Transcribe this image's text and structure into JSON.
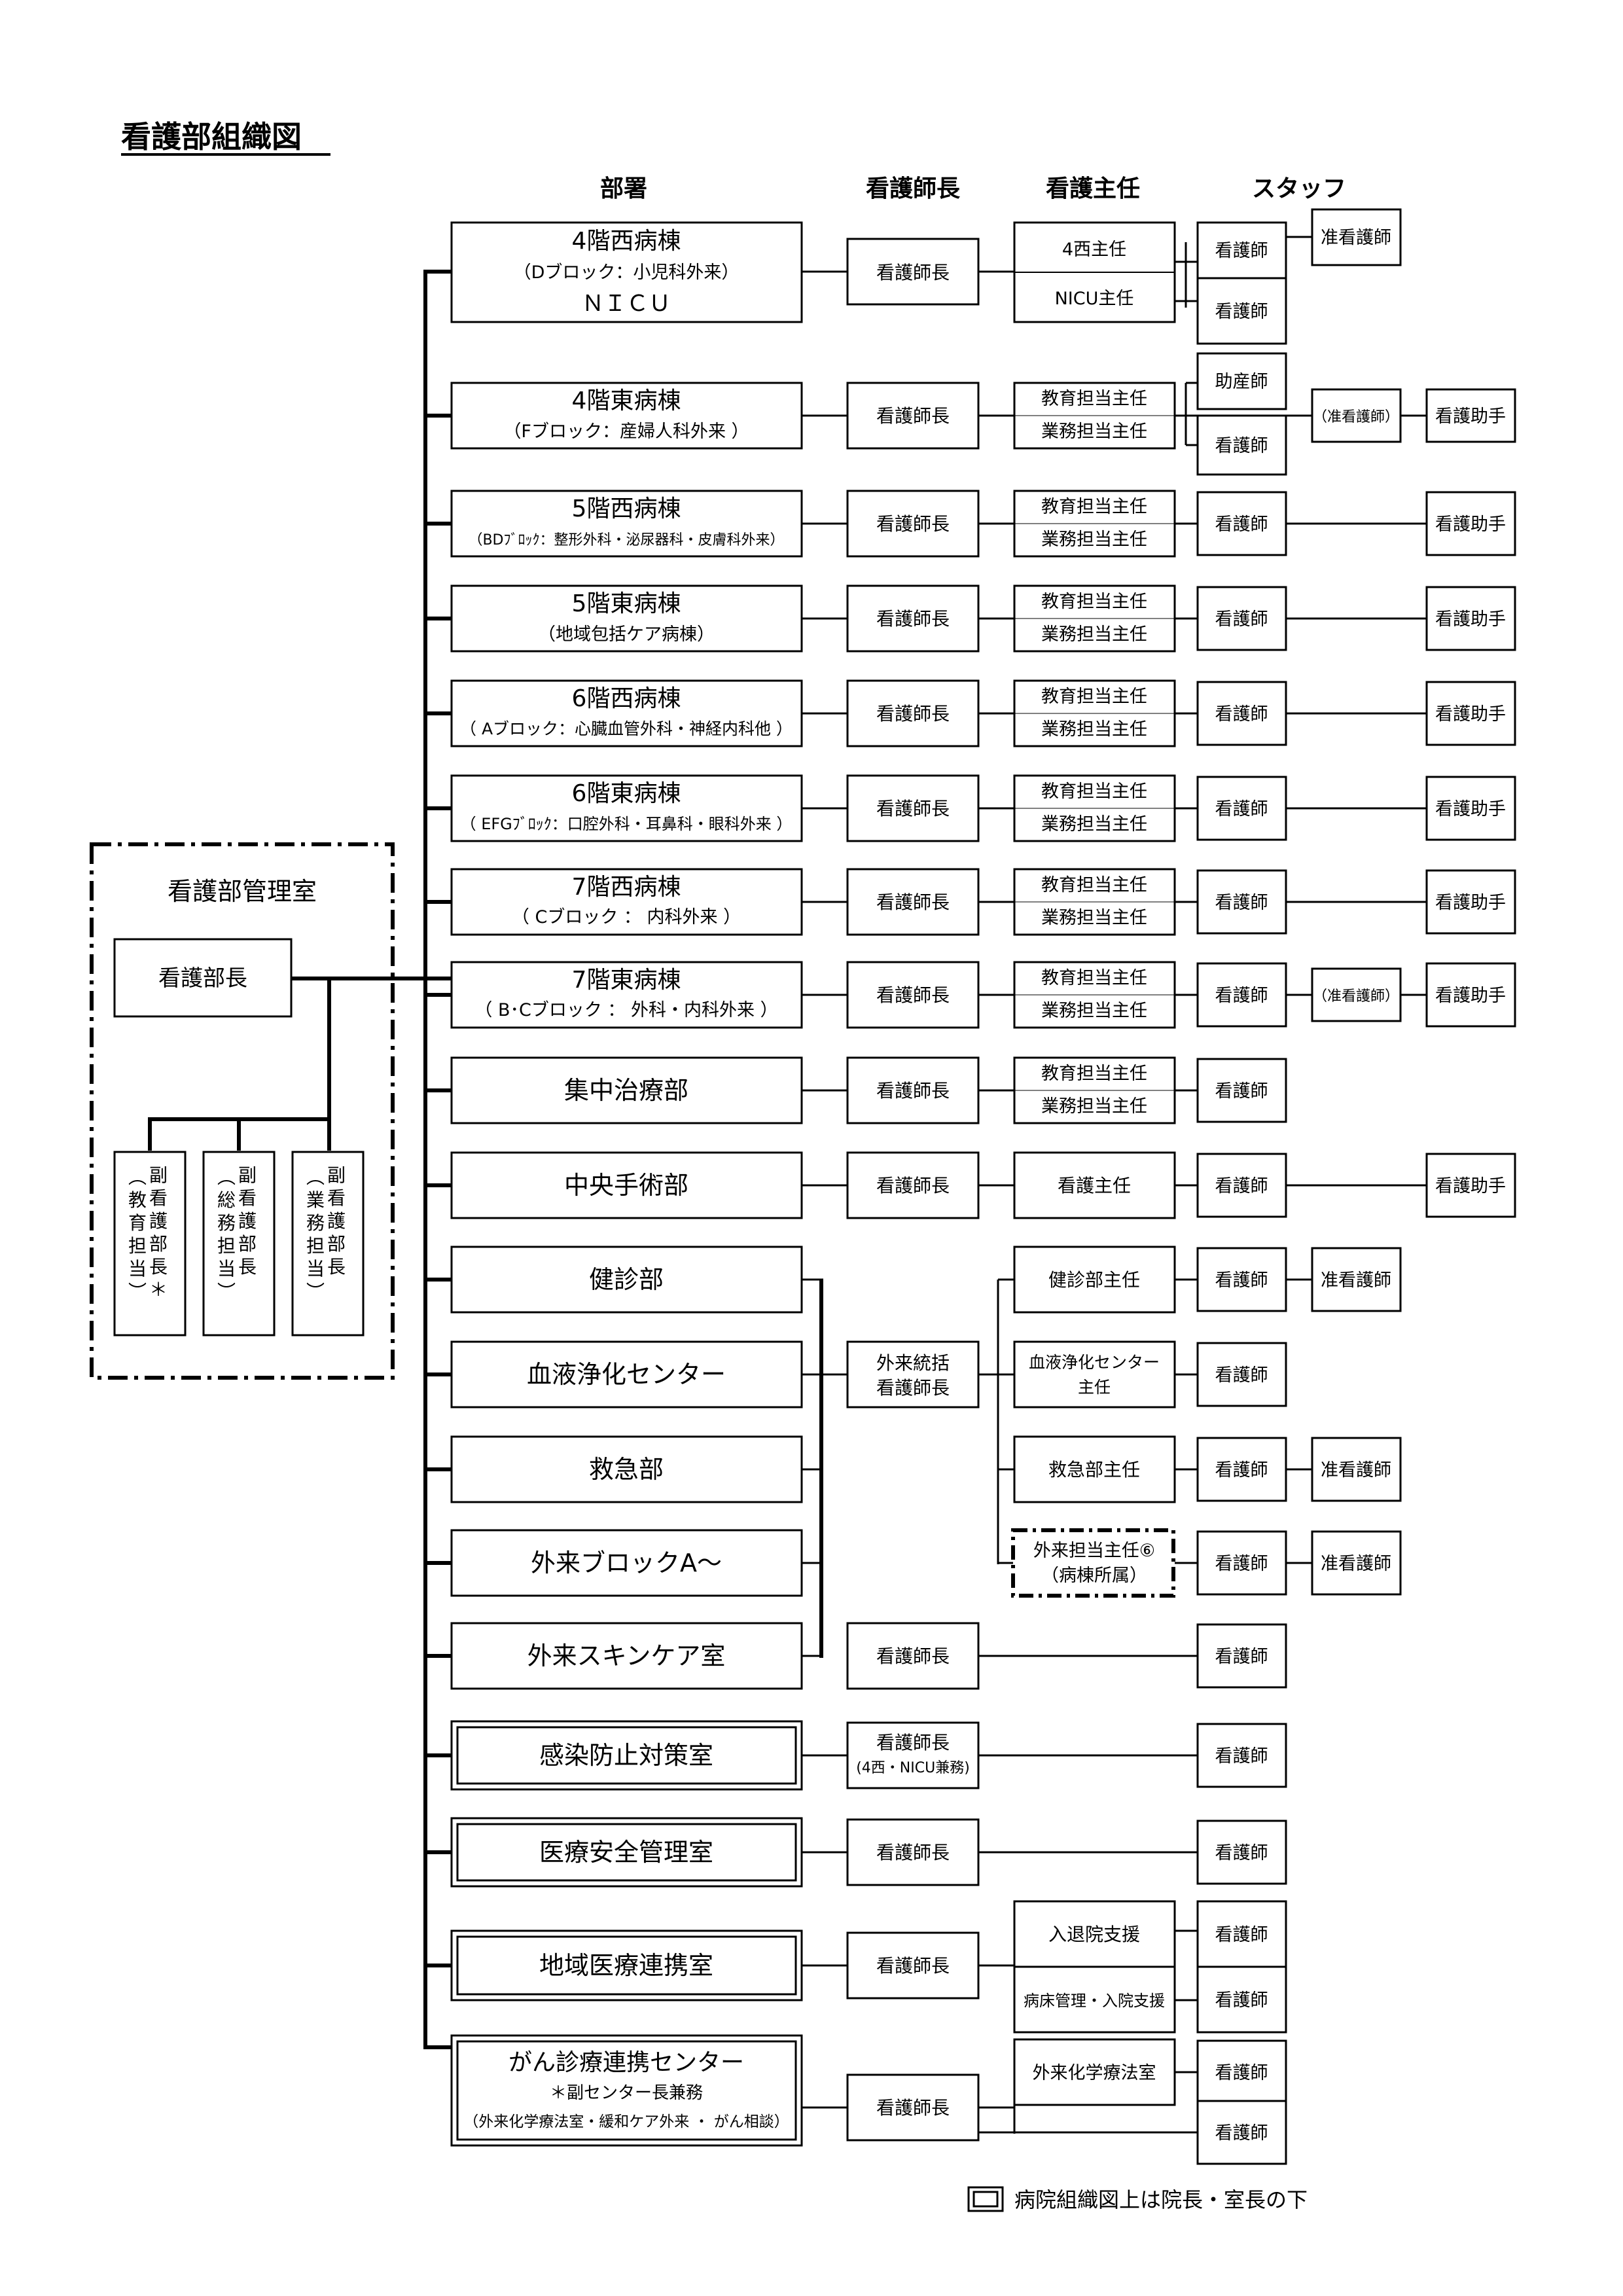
{
  "title": "看護部組織図",
  "headers": {
    "dept": "部署",
    "head_nurse": "看護師長",
    "chief": "看護主任",
    "staff": "スタッフ"
  },
  "admin": {
    "title": "看護部管理室",
    "director": "看護部長",
    "deputies": [
      "副看護部長（教育担当）＊",
      "副看護部長（総務担当）",
      "副看護部長（業務担当）"
    ]
  },
  "units": {
    "w4": {
      "name": "4階西病棟",
      "sub1": "（Dブロック：小児科外来）",
      "sub2": "ＮＩＣＵ",
      "head": "看護師長",
      "chiefs": [
        "4西主任",
        "NICU主任"
      ],
      "staff": [
        "看護師",
        "看護師",
        "准看護師"
      ]
    },
    "e4": {
      "name": "4階東病棟",
      "sub": "（Fブロック：産婦人科外来 ）",
      "head": "看護師長",
      "chiefs": [
        "教育担当主任",
        "業務担当主任"
      ],
      "staff": [
        "助産師",
        "看護師",
        "（准看護師）",
        "看護助手"
      ]
    },
    "w5": {
      "name": "5階西病棟",
      "sub": "（BDﾌﾞﾛｯｸ：整形外科・泌尿器科・皮膚科外来）",
      "head": "看護師長",
      "chiefs": [
        "教育担当主任",
        "業務担当主任"
      ],
      "staff": [
        "看護師",
        "看護助手"
      ]
    },
    "e5": {
      "name": "5階東病棟",
      "sub": "（地域包括ケア病棟）",
      "head": "看護師長",
      "chiefs": [
        "教育担当主任",
        "業務担当主任"
      ],
      "staff": [
        "看護師",
        "看護助手"
      ]
    },
    "w6": {
      "name": "6階西病棟",
      "sub": "（ Aブロック：心臓血管外科・神経内科他 ）",
      "head": "看護師長",
      "chiefs": [
        "教育担当主任",
        "業務担当主任"
      ],
      "staff": [
        "看護師",
        "看護助手"
      ]
    },
    "e6": {
      "name": "6階東病棟",
      "sub": "（ EFGﾌﾞﾛｯｸ：口腔外科・耳鼻科・眼科外来 ）",
      "head": "看護師長",
      "chiefs": [
        "教育担当主任",
        "業務担当主任"
      ],
      "staff": [
        "看護師",
        "看護助手"
      ]
    },
    "w7": {
      "name": "7階西病棟",
      "sub": "（ Cブロック ： 内科外来 ）",
      "head": "看護師長",
      "chiefs": [
        "教育担当主任",
        "業務担当主任"
      ],
      "staff": [
        "看護師",
        "看護助手"
      ]
    },
    "e7": {
      "name": "7階東病棟",
      "sub": "（ B･Cブロック ： 外科・内科外来 ）",
      "head": "看護師長",
      "chiefs": [
        "教育担当主任",
        "業務担当主任"
      ],
      "staff": [
        "看護師",
        "（准看護師）",
        "看護助手"
      ]
    },
    "icu": {
      "name": "集中治療部",
      "head": "看護師長",
      "chiefs": [
        "教育担当主任",
        "業務担当主任"
      ],
      "staff": [
        "看護師"
      ]
    },
    "or": {
      "name": "中央手術部",
      "head": "看護師長",
      "chief": "看護主任",
      "staff": [
        "看護師",
        "看護助手"
      ]
    }
  },
  "outpatient": {
    "head": [
      "外来統括",
      "看護師長"
    ],
    "depts": [
      "健診部",
      "血液浄化センター",
      "救急部",
      "外来ブロックA～"
    ],
    "chiefs": [
      "健診部主任",
      "血液浄化センター",
      "主任",
      "救急部主任",
      "外来担当主任⑥",
      "（病棟所属）"
    ],
    "staff": [
      "看護師",
      "准看護師",
      "看護師",
      "看護師",
      "准看護師",
      "看護師",
      "准看護師"
    ]
  },
  "skincare": {
    "name": "外来スキンケア室",
    "head": "看護師長",
    "staff": "看護師"
  },
  "infection": {
    "name": "感染防止対策室",
    "head": "看護師長",
    "head_note": "(4西・NICU兼務)",
    "staff": "看護師"
  },
  "safety": {
    "name": "医療安全管理室",
    "head": "看護師長",
    "staff": "看護師"
  },
  "regional": {
    "name": "地域医療連携室",
    "head": "看護師長",
    "chiefs": [
      "入退院支援",
      "病床管理・入院支援"
    ],
    "staff": [
      "看護師",
      "看護師"
    ]
  },
  "cancer": {
    "name": "がん診療連携センター",
    "note1": "＊副センター長兼務",
    "note2": "（外来化学療法室・緩和ケア外来 ・ がん相談）",
    "head": "看護師長",
    "chief": "外来化学療法室",
    "staff": [
      "看護師",
      "看護師"
    ]
  },
  "legend": "病院組織図上は院長・室長の下"
}
